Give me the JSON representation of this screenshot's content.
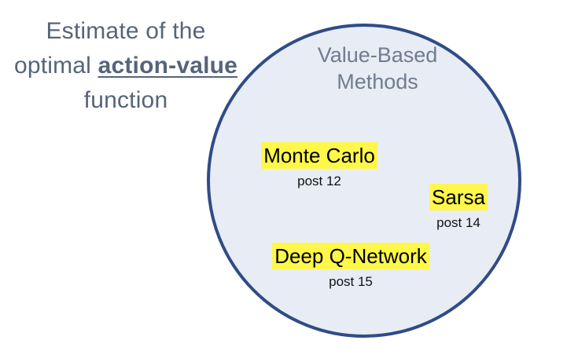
{
  "caption": {
    "line1": "Estimate of the",
    "line2_prefix": "optimal ",
    "line2_emphasis": "action-value",
    "line3": "function"
  },
  "circle": {
    "title_line1": "Value-Based",
    "title_line2": "Methods",
    "fill_color": "#e8ecf5",
    "stroke_color": "#2f4c86"
  },
  "methods": [
    {
      "name": "Monte Carlo",
      "ref": "post 12"
    },
    {
      "name": "Sarsa",
      "ref": "post 14"
    },
    {
      "name": "Deep Q-Network",
      "ref": "post 15"
    }
  ],
  "highlight_color": "#fff74a"
}
